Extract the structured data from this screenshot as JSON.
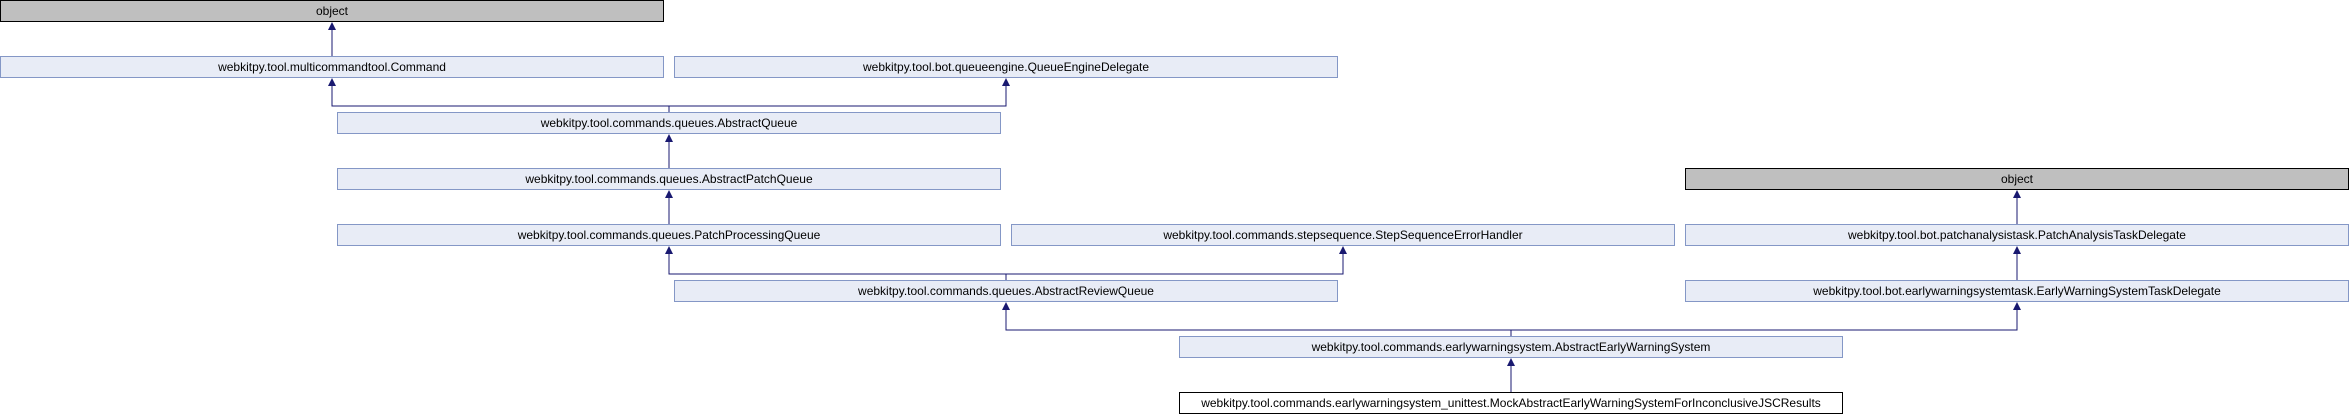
{
  "diagram": {
    "nodes": {
      "object_a": "object",
      "command": "webkitpy.tool.multicommandtool.Command",
      "queue_engine_delegate": "webkitpy.tool.bot.queueengine.QueueEngineDelegate",
      "abstract_queue": "webkitpy.tool.commands.queues.AbstractQueue",
      "abstract_patch_queue": "webkitpy.tool.commands.queues.AbstractPatchQueue",
      "object_b": "object",
      "patch_processing_queue": "webkitpy.tool.commands.queues.PatchProcessingQueue",
      "step_sequence_error_handler": "webkitpy.tool.commands.stepsequence.StepSequenceErrorHandler",
      "patch_analysis_task_delegate": "webkitpy.tool.bot.patchanalysistask.PatchAnalysisTaskDelegate",
      "abstract_review_queue": "webkitpy.tool.commands.queues.AbstractReviewQueue",
      "ews_task_delegate": "webkitpy.tool.bot.earlywarningsystemtask.EarlyWarningSystemTaskDelegate",
      "abstract_ews": "webkitpy.tool.commands.earlywarningsystem.AbstractEarlyWarningSystem",
      "mock_ews": "webkitpy.tool.commands.earlywarningsystem_unittest.MockAbstractEarlyWarningSystemForInconclusiveJSCResults"
    },
    "edges": [
      [
        "command",
        "object_a"
      ],
      [
        "abstract_queue",
        "command"
      ],
      [
        "abstract_queue",
        "queue_engine_delegate"
      ],
      [
        "abstract_patch_queue",
        "abstract_queue"
      ],
      [
        "patch_processing_queue",
        "abstract_patch_queue"
      ],
      [
        "patch_analysis_task_delegate",
        "object_b"
      ],
      [
        "abstract_review_queue",
        "patch_processing_queue"
      ],
      [
        "abstract_review_queue",
        "step_sequence_error_handler"
      ],
      [
        "ews_task_delegate",
        "patch_analysis_task_delegate"
      ],
      [
        "abstract_ews",
        "abstract_review_queue"
      ],
      [
        "abstract_ews",
        "ews_task_delegate"
      ],
      [
        "mock_ews",
        "abstract_ews"
      ]
    ],
    "colors": {
      "node_fill": "#e8ecf6",
      "node_border": "#8497c6",
      "external_fill": "#bfbfbf",
      "current_fill": "#ffffff",
      "edge": "#191970"
    }
  }
}
